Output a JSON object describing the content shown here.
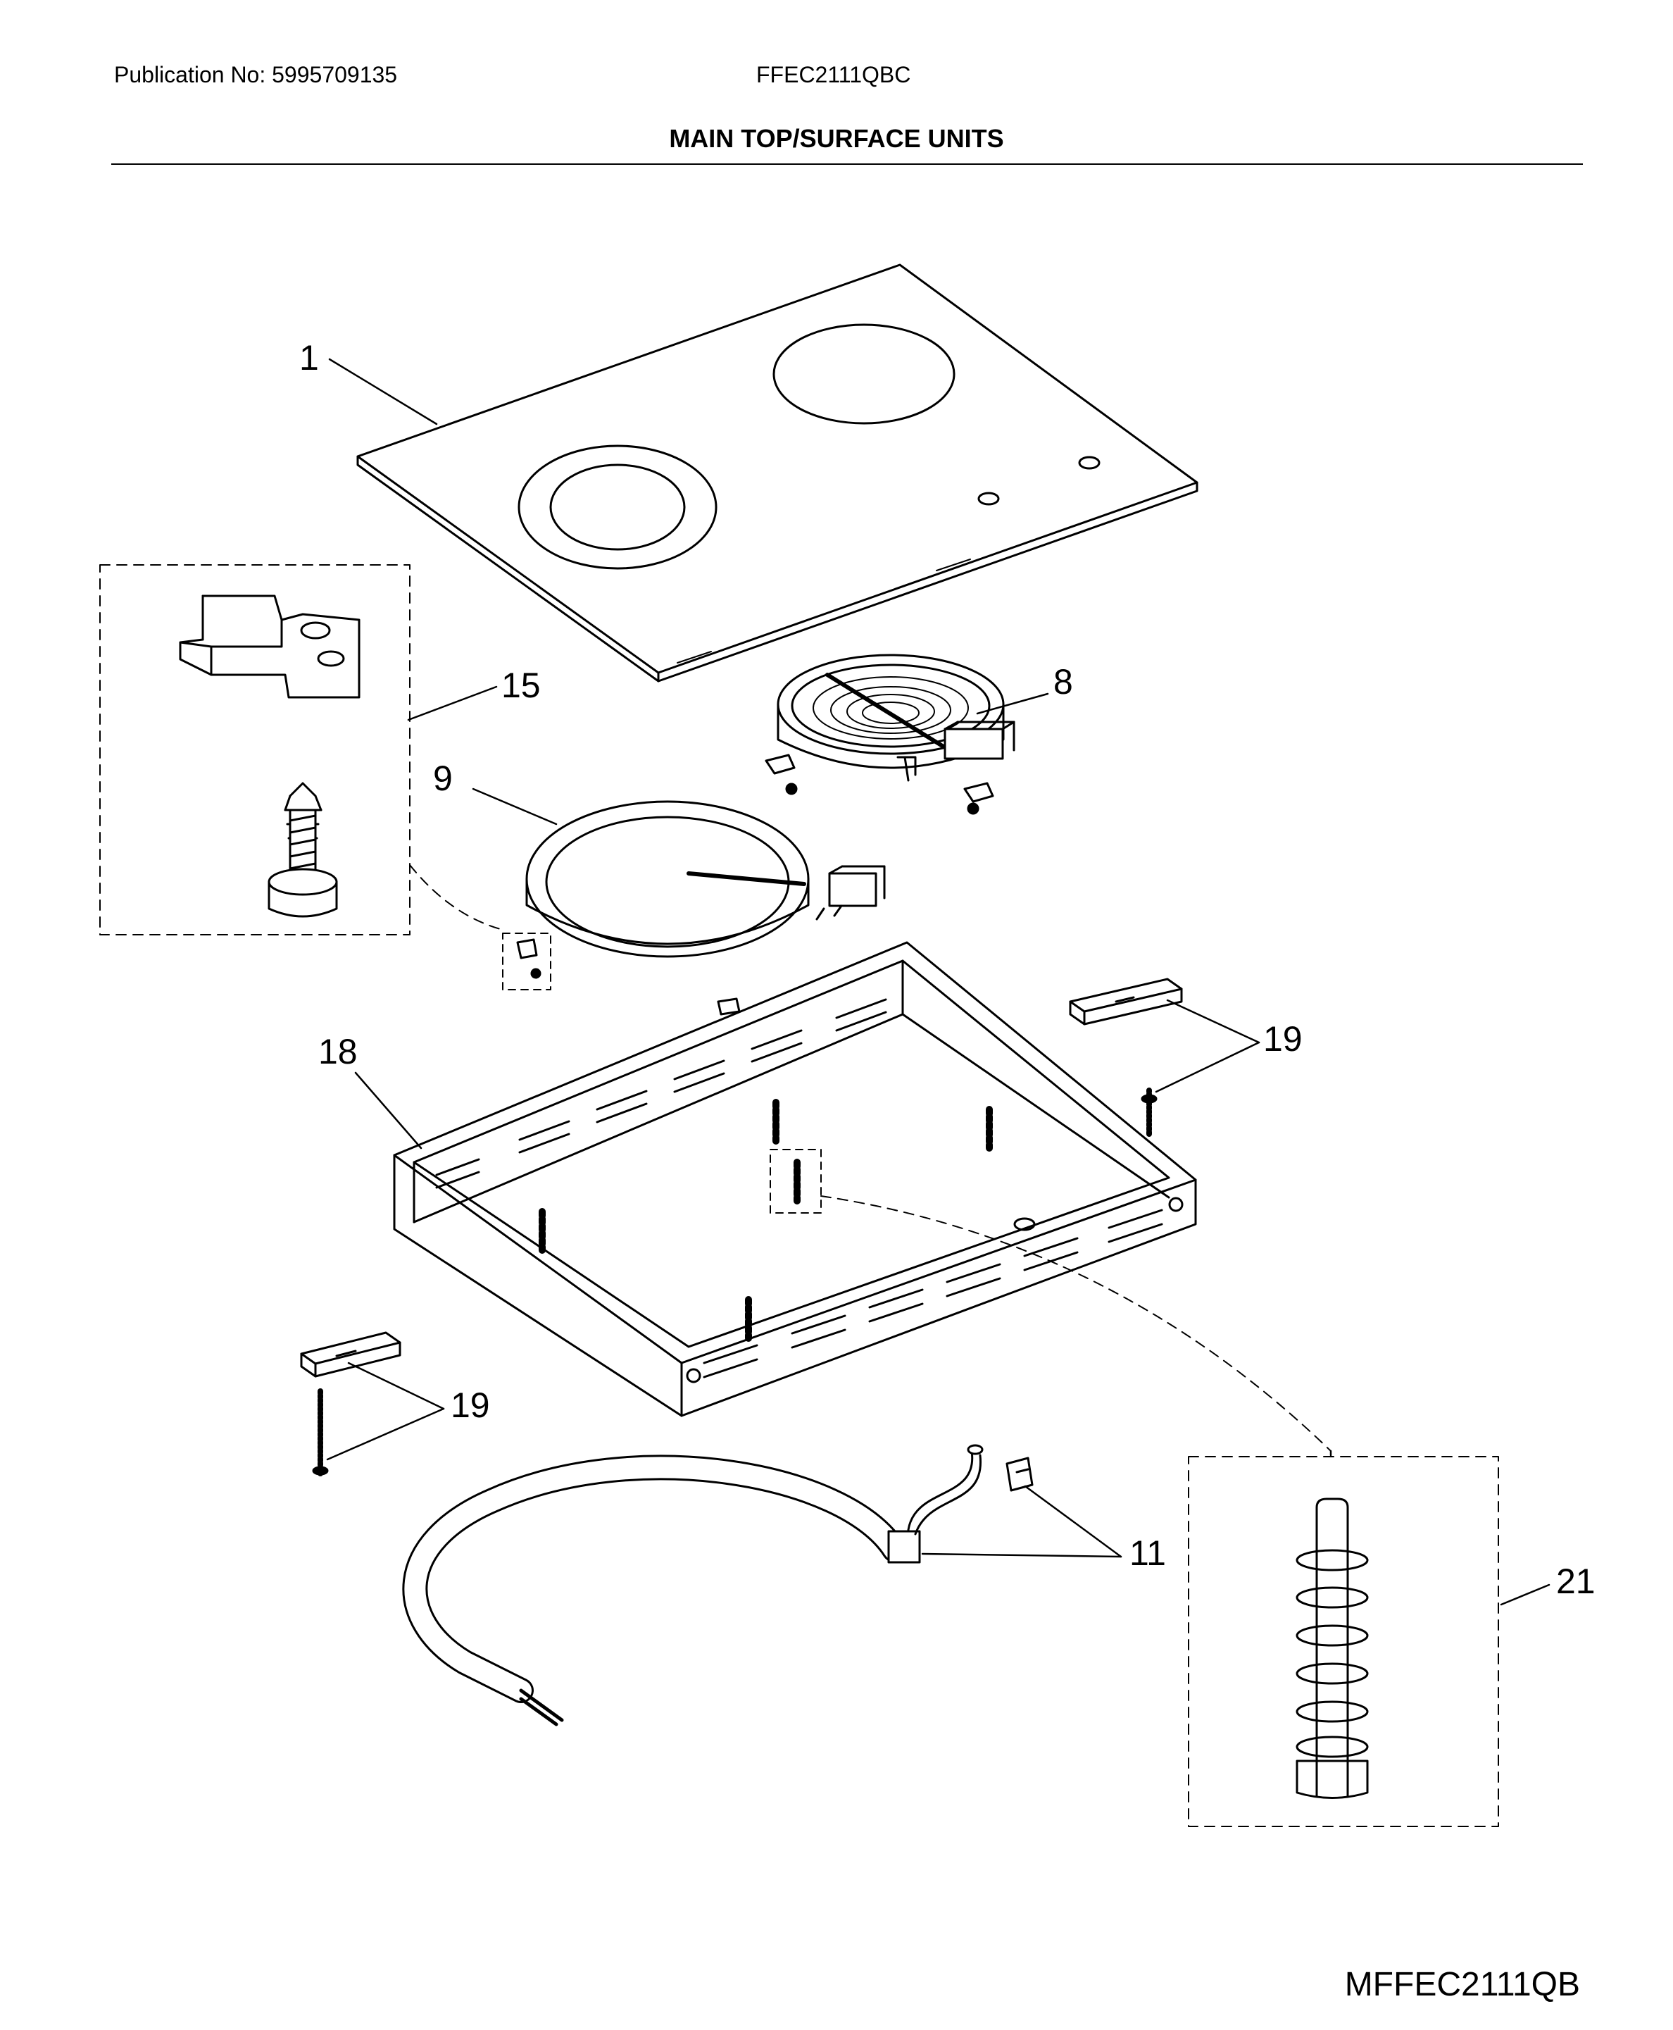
{
  "header": {
    "publication": "Publication No: 5995709135",
    "model": "FFEC2111QBC",
    "title": "MAIN TOP/SURFACE UNITS"
  },
  "footer": {
    "code": "MFFEC2111QB"
  },
  "callouts": {
    "main_top": "1",
    "surface_unit_small": "8",
    "surface_unit_large": "9",
    "terminal_block": "11",
    "bracket_kit": "15",
    "burner_box": "18",
    "bracket_screw_right": "19",
    "bracket_screw_left": "19",
    "leveling_leg": "21"
  }
}
